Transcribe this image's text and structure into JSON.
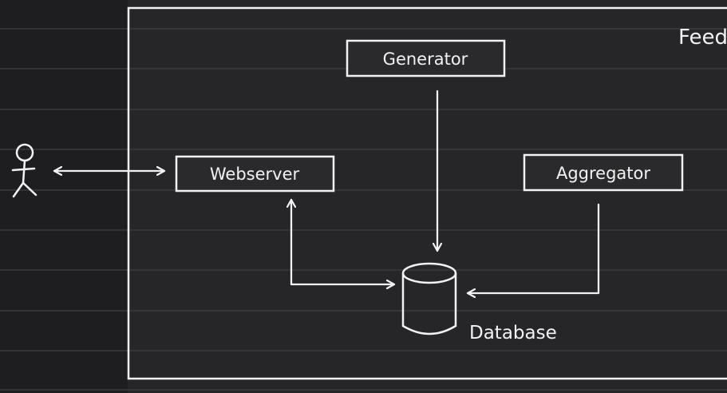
{
  "diagram": {
    "title_fragment": "Feed",
    "nodes": {
      "generator": "Generator",
      "webserver": "Webserver",
      "aggregator": "Aggregator",
      "database": "Database"
    },
    "actor": "user-stick-figure",
    "edges": [
      {
        "from": "user",
        "to": "webserver",
        "style": "bidirectional"
      },
      {
        "from": "generator",
        "to": "database",
        "style": "directed"
      },
      {
        "from": "webserver",
        "to": "database",
        "style": "bidirectional"
      },
      {
        "from": "aggregator",
        "to": "database",
        "style": "directed"
      }
    ]
  },
  "colors": {
    "background": "#262628",
    "ink": "#f2f2f2",
    "ruled_lines": "#3a3a3d",
    "margin_band": "#1f1f21"
  }
}
